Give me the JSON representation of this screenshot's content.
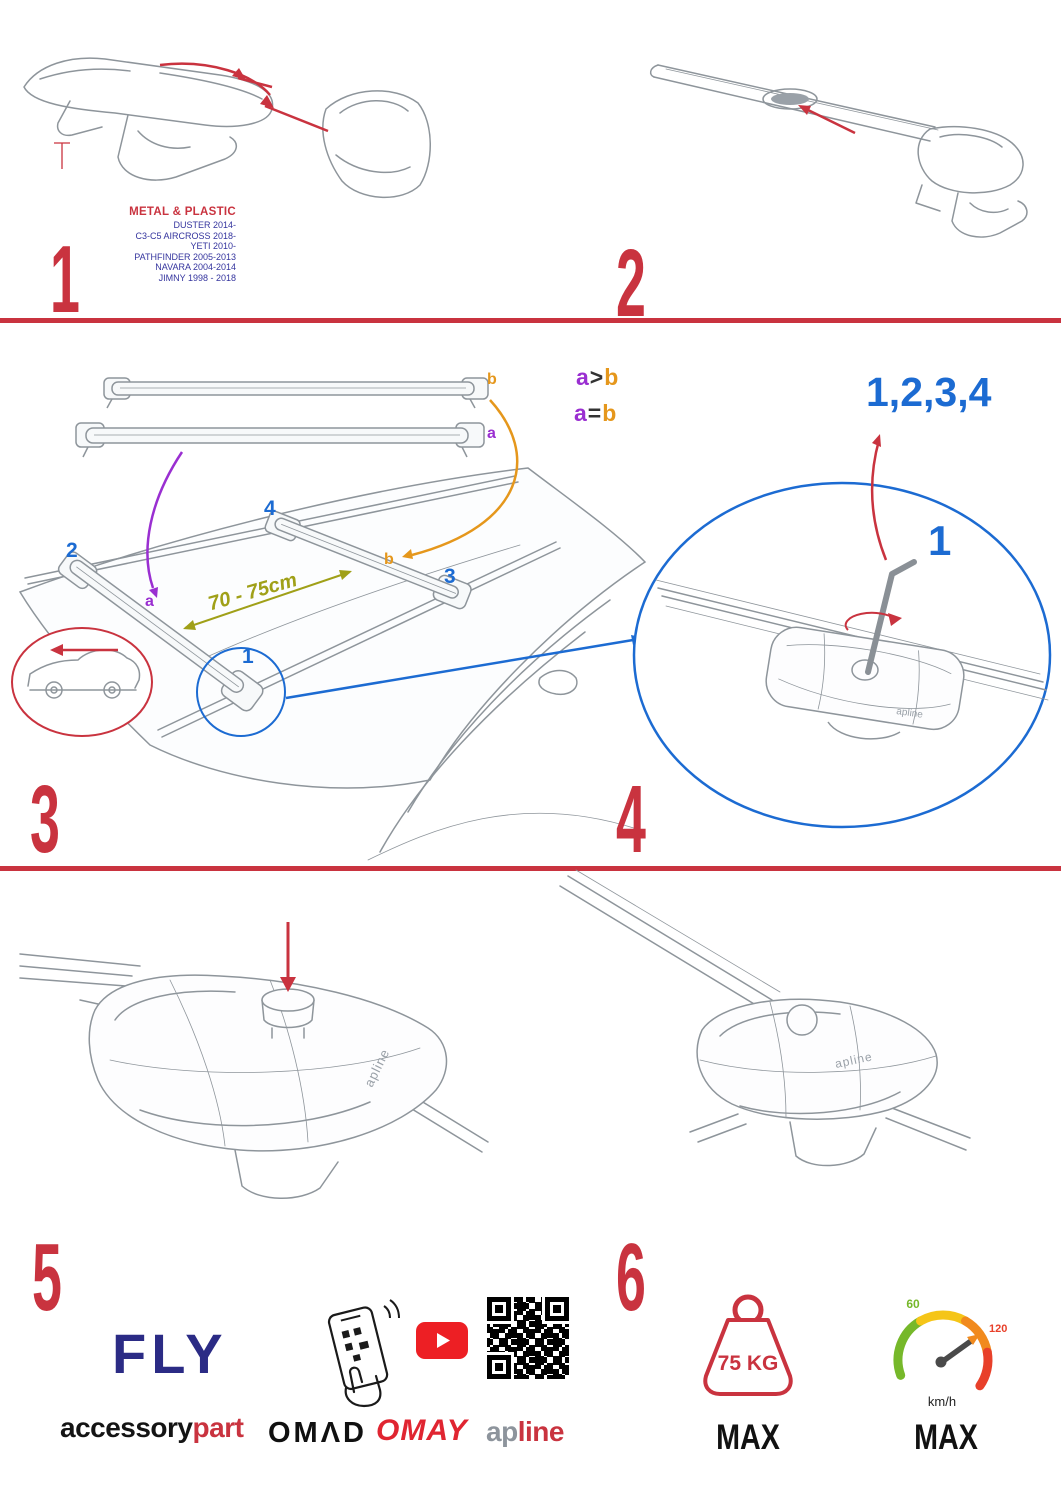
{
  "colors": {
    "red": "#c9333f",
    "blue": "#1c6bd2",
    "purple": "#9a2fd1",
    "orange": "#e5971c",
    "olive": "#a0a018",
    "navy": "#34349e",
    "youtube_red": "#ed1f24",
    "gauge_green": "#76b82a",
    "gauge_yellow": "#f5c518",
    "gauge_orange": "#f18a1d",
    "gauge_red": "#e8402a"
  },
  "steps": {
    "s1": {
      "number": "1",
      "heading": "METAL & PLASTIC",
      "models": [
        "DUSTER 2014-",
        "C3-C5 AIRCROSS 2018-",
        "YETI 2010-",
        "PATHFINDER 2005-2013",
        "NAVARA 2004-2014",
        "JIMNY 1998 - 2018"
      ]
    },
    "s2": {
      "number": "2"
    },
    "s3": {
      "number": "3",
      "loose_bar_top_label": "b",
      "loose_bar_bottom_label": "a",
      "rule1": {
        "a": "a",
        "op": ">",
        "b": "b"
      },
      "rule2": {
        "a": "a",
        "op": "=",
        "b": "b"
      },
      "spacing": "70 - 75cm",
      "foot_labels": {
        "f1": "1",
        "f2": "2",
        "f3": "3",
        "f4": "4"
      },
      "bar_labels": {
        "a": "a",
        "b": "b"
      }
    },
    "s4": {
      "number": "4",
      "tighten_sequence": "1,2,3,4",
      "first_foot": "1"
    },
    "s5": {
      "number": "5"
    },
    "s6": {
      "number": "6"
    }
  },
  "branding": {
    "model_name": "FLY",
    "accessorypart_black": "accessory",
    "accessorypart_red": "part",
    "omad": "OMΛD",
    "omay": "OMAY",
    "apline_gray": "ap",
    "apline_red": "line",
    "product_mark": "apline"
  },
  "limits": {
    "max_load": "75 KG",
    "max_load_label": "MAX",
    "speed_min_tick": "60",
    "speed_max_tick": "120",
    "speed_unit": "km/h",
    "speed_label": "MAX"
  }
}
